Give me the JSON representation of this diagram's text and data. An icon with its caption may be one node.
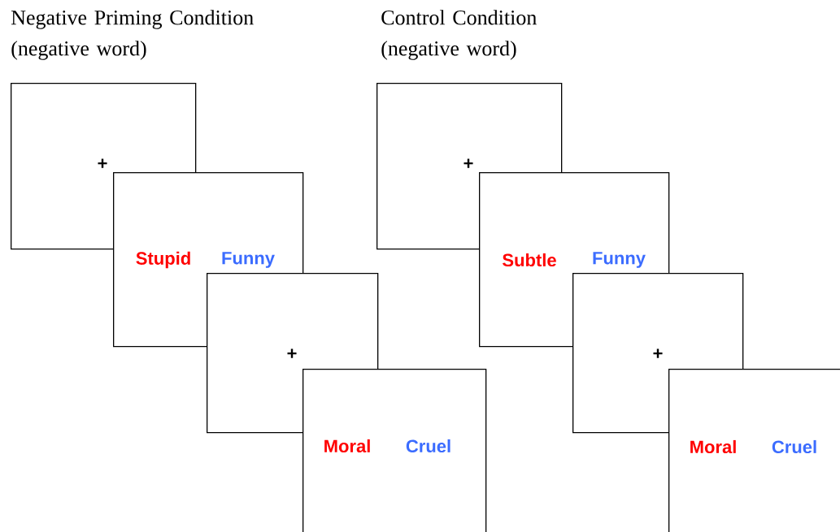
{
  "diagram": {
    "nodes": [
      {
        "text": [
          "+"
        ]
      },
      {
        "text": [
          "Stupid",
          "Funny"
        ]
      },
      {
        "text": [
          "+"
        ]
      },
      {
        "text": [
          "Moral",
          "Cruel"
        ]
      },
      {
        "text": [
          "+"
        ]
      },
      {
        "text": [
          "Subtle",
          "Funny"
        ]
      },
      {
        "text": [
          "+"
        ]
      },
      {
        "text": [
          "Moral",
          "Cruel"
        ]
      }
    ],
    "labels": [
      "Negative Priming Condition (negative word)",
      "Control Condition (negative word)"
    ]
  }
}
